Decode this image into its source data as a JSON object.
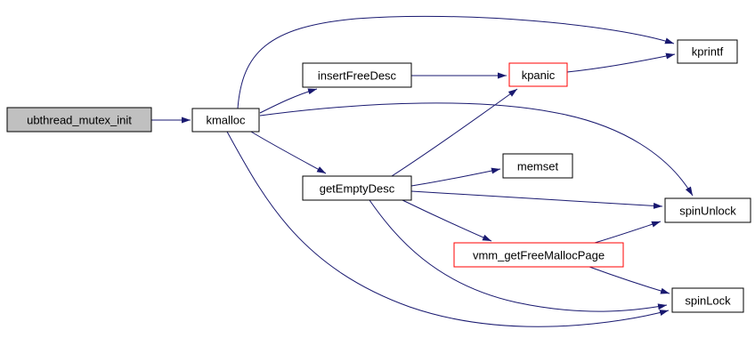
{
  "diagram": {
    "kind": "function-call-graph",
    "colors": {
      "background": "#ffffff",
      "edge": "#191970",
      "node_border": "#000000",
      "node_fill": "#ffffff",
      "focus_node_fill": "#c0c0c0",
      "highlight_border": "#ff0000",
      "text": "#000000"
    },
    "nodes": [
      {
        "id": "ubthread_mutex_init",
        "label": "ubthread_mutex_init",
        "role": "focus"
      },
      {
        "id": "kmalloc",
        "label": "kmalloc",
        "role": "normal"
      },
      {
        "id": "insertFreeDesc",
        "label": "insertFreeDesc",
        "role": "normal"
      },
      {
        "id": "kpanic",
        "label": "kpanic",
        "role": "highlighted"
      },
      {
        "id": "kprintf",
        "label": "kprintf",
        "role": "normal"
      },
      {
        "id": "getEmptyDesc",
        "label": "getEmptyDesc",
        "role": "normal"
      },
      {
        "id": "memset",
        "label": "memset",
        "role": "normal"
      },
      {
        "id": "spinUnlock",
        "label": "spinUnlock",
        "role": "normal"
      },
      {
        "id": "vmm_getFreeMallocPage",
        "label": "vmm_getFreeMallocPage",
        "role": "highlighted"
      },
      {
        "id": "spinLock",
        "label": "spinLock",
        "role": "normal"
      }
    ],
    "edges": [
      {
        "from": "ubthread_mutex_init",
        "to": "kmalloc"
      },
      {
        "from": "kmalloc",
        "to": "kprintf"
      },
      {
        "from": "kmalloc",
        "to": "insertFreeDesc"
      },
      {
        "from": "kmalloc",
        "to": "getEmptyDesc"
      },
      {
        "from": "kmalloc",
        "to": "spinUnlock"
      },
      {
        "from": "kmalloc",
        "to": "spinLock"
      },
      {
        "from": "insertFreeDesc",
        "to": "kpanic"
      },
      {
        "from": "kpanic",
        "to": "kprintf"
      },
      {
        "from": "getEmptyDesc",
        "to": "kpanic"
      },
      {
        "from": "getEmptyDesc",
        "to": "memset"
      },
      {
        "from": "getEmptyDesc",
        "to": "spinUnlock"
      },
      {
        "from": "getEmptyDesc",
        "to": "vmm_getFreeMallocPage"
      },
      {
        "from": "getEmptyDesc",
        "to": "spinLock"
      },
      {
        "from": "vmm_getFreeMallocPage",
        "to": "spinUnlock"
      },
      {
        "from": "vmm_getFreeMallocPage",
        "to": "spinLock"
      }
    ]
  }
}
